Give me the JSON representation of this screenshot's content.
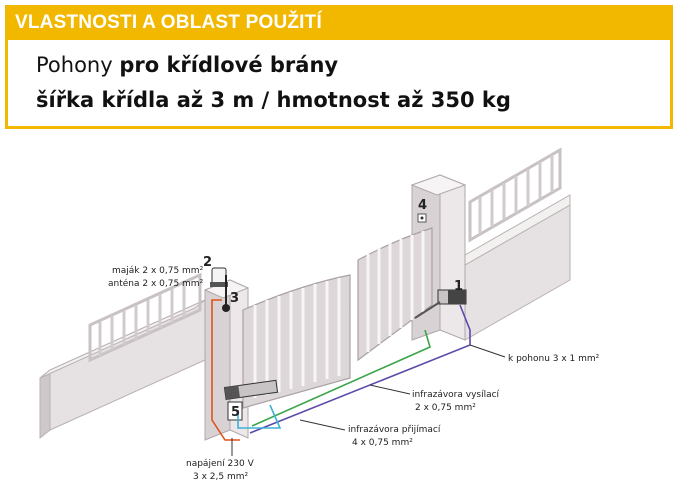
{
  "header": {
    "title": "VLASTNOSTI A OBLAST POUŽITÍ",
    "line1_normal": "Pohony ",
    "line1_bold": "pro křídlové brány",
    "line2": "šířka křídla až 3 m / hmotnost až 350 kg"
  },
  "diagram": {
    "callouts": [
      "1",
      "2",
      "3",
      "4",
      "5"
    ],
    "labels": {
      "majak": "maják 2 x 0,75 mm²",
      "antena": "anténa 2 x 0,75 mm²",
      "pohon": "k pohonu 3 x 1 mm²",
      "vysilaci_title": "infrazávora vysílací",
      "vysilaci_spec": "2 x 0,75 mm²",
      "prijimaci_title": "infrazávora přijímací",
      "prijimaci_spec": "4 x 0,75 mm²",
      "napajeni_title": "napájení 230 V",
      "napajeni_spec": "3 x 2,5 mm²"
    },
    "colors": {
      "accent": "#f2b800",
      "cable_power": "#e0541b",
      "cable_motor": "#5b4aa8",
      "cable_tx": "#3aa54a",
      "cable_rx": "#3db2d6",
      "wall": "#e4dfe0",
      "wall_dark": "#c9c2c4",
      "gate": "#dcd6d8"
    }
  }
}
